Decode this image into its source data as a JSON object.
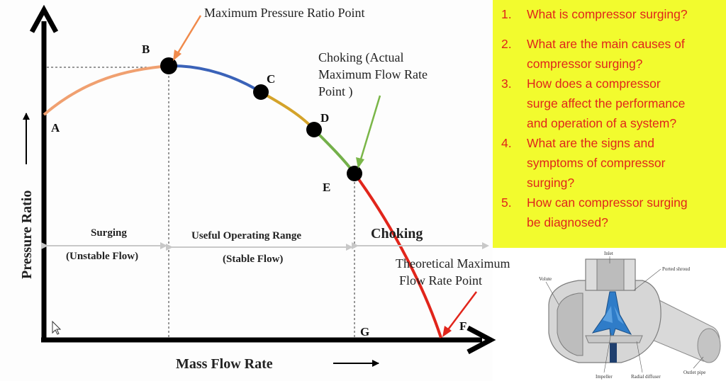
{
  "diagram": {
    "x_axis_label": "Mass Flow Rate",
    "y_axis_label": "Pressure Ratio",
    "points": {
      "A": "A",
      "B": "B",
      "C": "C",
      "D": "D",
      "E": "E",
      "F": "F",
      "G": "G"
    },
    "max_pressure_label": "Maximum Pressure Ratio Point",
    "choking_label_lines": [
      "Choking (Actual",
      "Maximum Flow Rate",
      "Point )"
    ],
    "theoretical_label_lines": [
      "Theoretical Maximum",
      "Flow Rate Point"
    ],
    "regions": {
      "surging": "Surging",
      "surging_sub": "(Unstable Flow)",
      "useful": "Useful Operating Range",
      "useful_sub": "(Stable Flow)",
      "choking": "Choking"
    },
    "colors": {
      "curve_orange": "#f0a070",
      "curve_blue": "#3a62b8",
      "curve_gold": "#d4a32a",
      "curve_green": "#74b04a",
      "curve_red": "#e1251b",
      "callout_orange": "#f08a4b",
      "callout_green": "#7ab648",
      "callout_red": "#e1251b"
    }
  },
  "questions": {
    "items": [
      {
        "num": "1.",
        "lines": [
          "What is compressor surging?"
        ]
      },
      {
        "num": "2.",
        "lines": [
          "What are the main causes of",
          "compressor surging?"
        ]
      },
      {
        "num": "3.",
        "lines": [
          "How does a compressor",
          "surge affect the performance",
          "and operation of a system?"
        ]
      },
      {
        "num": "4.",
        "lines": [
          "What are the signs and",
          "symptoms of compressor",
          "surging?"
        ]
      },
      {
        "num": "5.",
        "lines": [
          "How can compressor surging",
          "be diagnosed?"
        ]
      }
    ]
  },
  "compressor_image": {
    "labels": {
      "inlet": "Inlet",
      "ported_shroud": "Ported shroud",
      "volute": "Volute",
      "impeller": "Impeller",
      "radial_diffuser": "Radial diffuser",
      "outlet_pipe": "Outlet pipe"
    }
  }
}
